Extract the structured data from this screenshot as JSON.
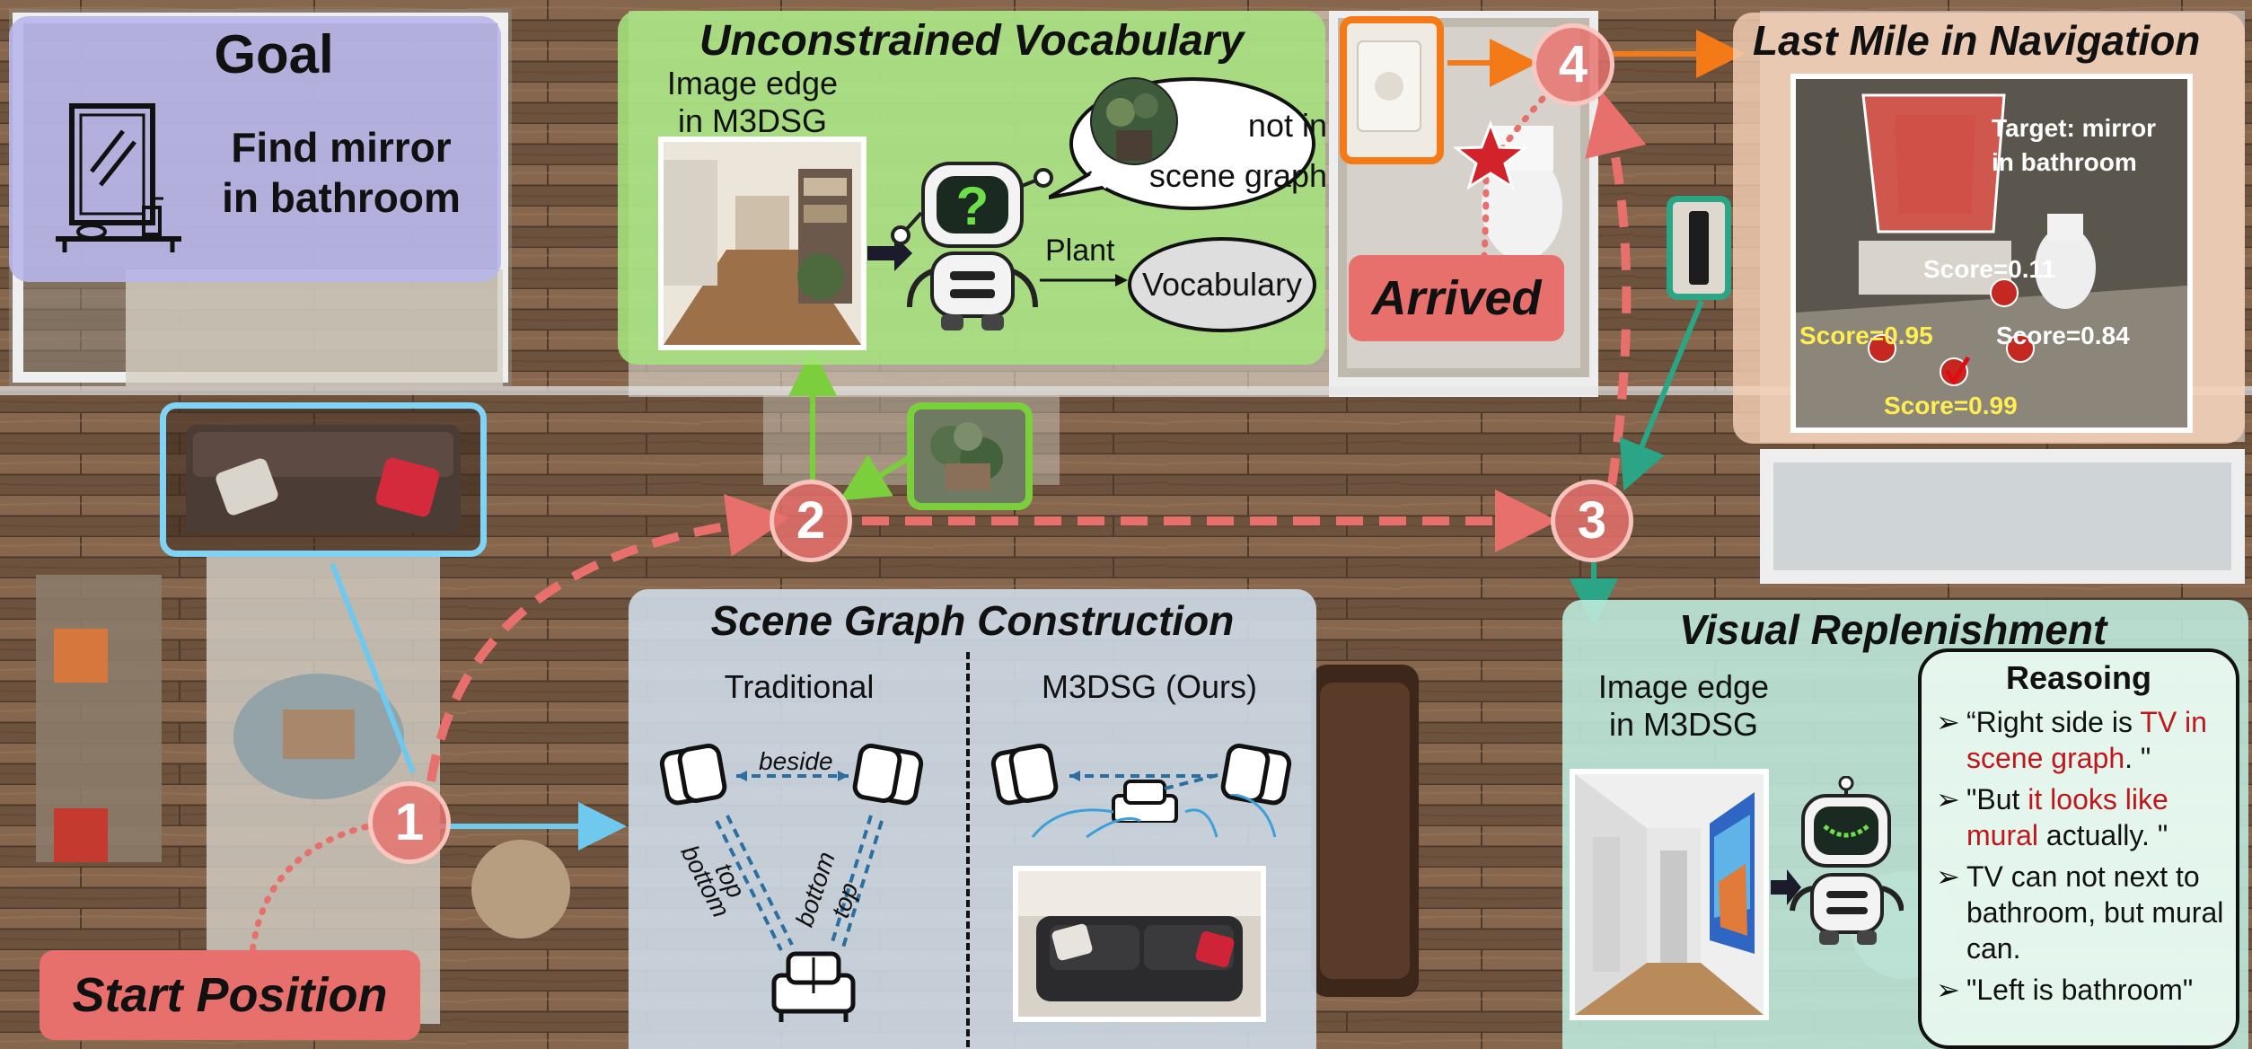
{
  "colors": {
    "start": "#e8706c",
    "goal_panel": "#b8b6ea",
    "vocab_panel": "#a6e37e",
    "scene_panel": "#c8d6e4",
    "visual_panel": "#bde9dc",
    "last_mile_panel": "#f4cfb4",
    "orange": "#f47a18",
    "teal": "#2aa586",
    "light_blue": "#6fc8ee",
    "dashed_edge": "#2b6ea0"
  },
  "goal": {
    "title": "Goal",
    "task": "Find mirror\nin bathroom",
    "icon": "mirror-icon"
  },
  "vocab": {
    "title": "Unconstrained Vocabulary",
    "image_edge": "Image edge\nin M3DSG",
    "bubble": "not in\nscene graph",
    "plant_label": "Plant",
    "vocabulary": "Vocabulary"
  },
  "arrived": {
    "label": "Arrived"
  },
  "last_mile": {
    "title": "Last Mile in Navigation",
    "target": "Target: mirror\nin bathroom",
    "scores": [
      "Score=0.11",
      "Score=0.95",
      "Score=0.84",
      "Score=0.99"
    ]
  },
  "scene": {
    "title": "Scene Graph Construction",
    "traditional": "Traditional",
    "ours": "M3DSG (Ours)",
    "edge_beside": "beside",
    "edge_top": "top",
    "edge_bottom": "bottom"
  },
  "visual": {
    "title": "Visual Replenishment",
    "image_edge": "Image edge\nin M3DSG",
    "reasoning_title": "Reasoing",
    "reasons": [
      [
        {
          "t": "“Right side is "
        },
        {
          "t": "TV in scene graph",
          "red": true
        },
        {
          "t": ". \""
        }
      ],
      [
        {
          "t": "\"But "
        },
        {
          "t": "it looks like mural",
          "red": true
        },
        {
          "t": " actually. \""
        }
      ],
      [
        {
          "t": "TV can not next to bathroom, but mural can."
        }
      ],
      [
        {
          "t": "\"Left is bathroom\""
        }
      ]
    ]
  },
  "start": {
    "label": "Start Position"
  },
  "waypoints": [
    "1",
    "2",
    "3",
    "4"
  ]
}
